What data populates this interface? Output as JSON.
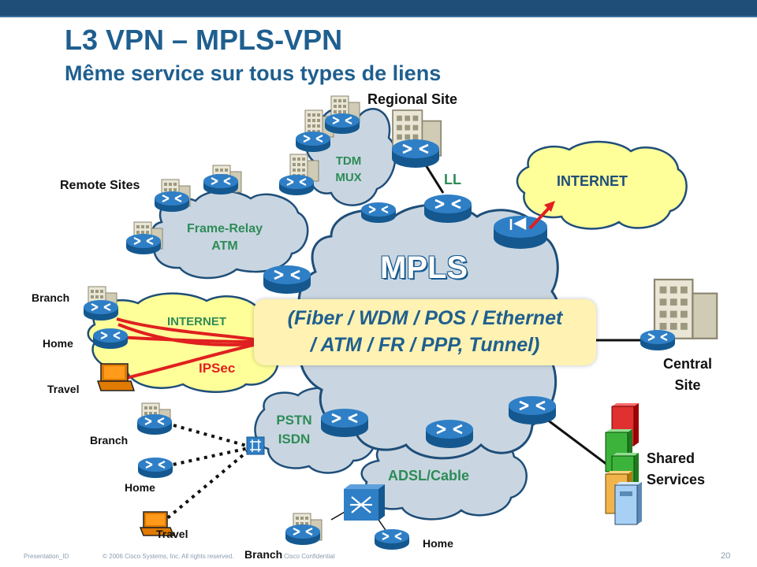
{
  "slide": {
    "title": "L3 VPN – MPLS-VPN",
    "subtitle": "Même service sur tous types de liens",
    "page_number": "20",
    "footer_presentation": "Presentation_ID",
    "footer_copyright": "© 2006 Cisco Systems, Inc. All rights reserved.",
    "footer_confidential": "Cisco Confidential"
  },
  "clouds": {
    "mpls": "MPLS",
    "tdm_line1": "TDM",
    "tdm_line2": "MUX",
    "frame_relay_line1": "Frame-Relay",
    "frame_relay_line2": "ATM",
    "internet_left": "INTERNET",
    "ipsec": "IPSec",
    "pstn_line1": "PSTN",
    "pstn_line2": "ISDN",
    "adsl": "ADSL/Cable",
    "internet_right": "INTERNET"
  },
  "labels": {
    "regional_site": "Regional Site",
    "remote_sites": "Remote Sites",
    "ll": "LL",
    "branch_1": "Branch",
    "home_1": "Home",
    "travel_1": "Travel",
    "branch_2": "Branch",
    "home_2": "Home",
    "travel_2": "Travel",
    "branch_3": "Branch",
    "home_3": "Home",
    "central_site_line1": "Central",
    "central_site_line2": "Site",
    "shared_services_line1": "Shared",
    "shared_services_line2": "Services"
  },
  "callout": {
    "line1": "(Fiber / WDM / POS / Ethernet",
    "line2": "/ ATM / FR / PPP, Tunnel)"
  },
  "colors": {
    "title": "#1f5f8f",
    "cloud_fill": "#c9d6e1",
    "internet_cloud_fill": "#ffff99",
    "ipsec_tunnel": "#e02020",
    "router": "#1f6fb5",
    "callout_fill": "#fff2b3"
  }
}
